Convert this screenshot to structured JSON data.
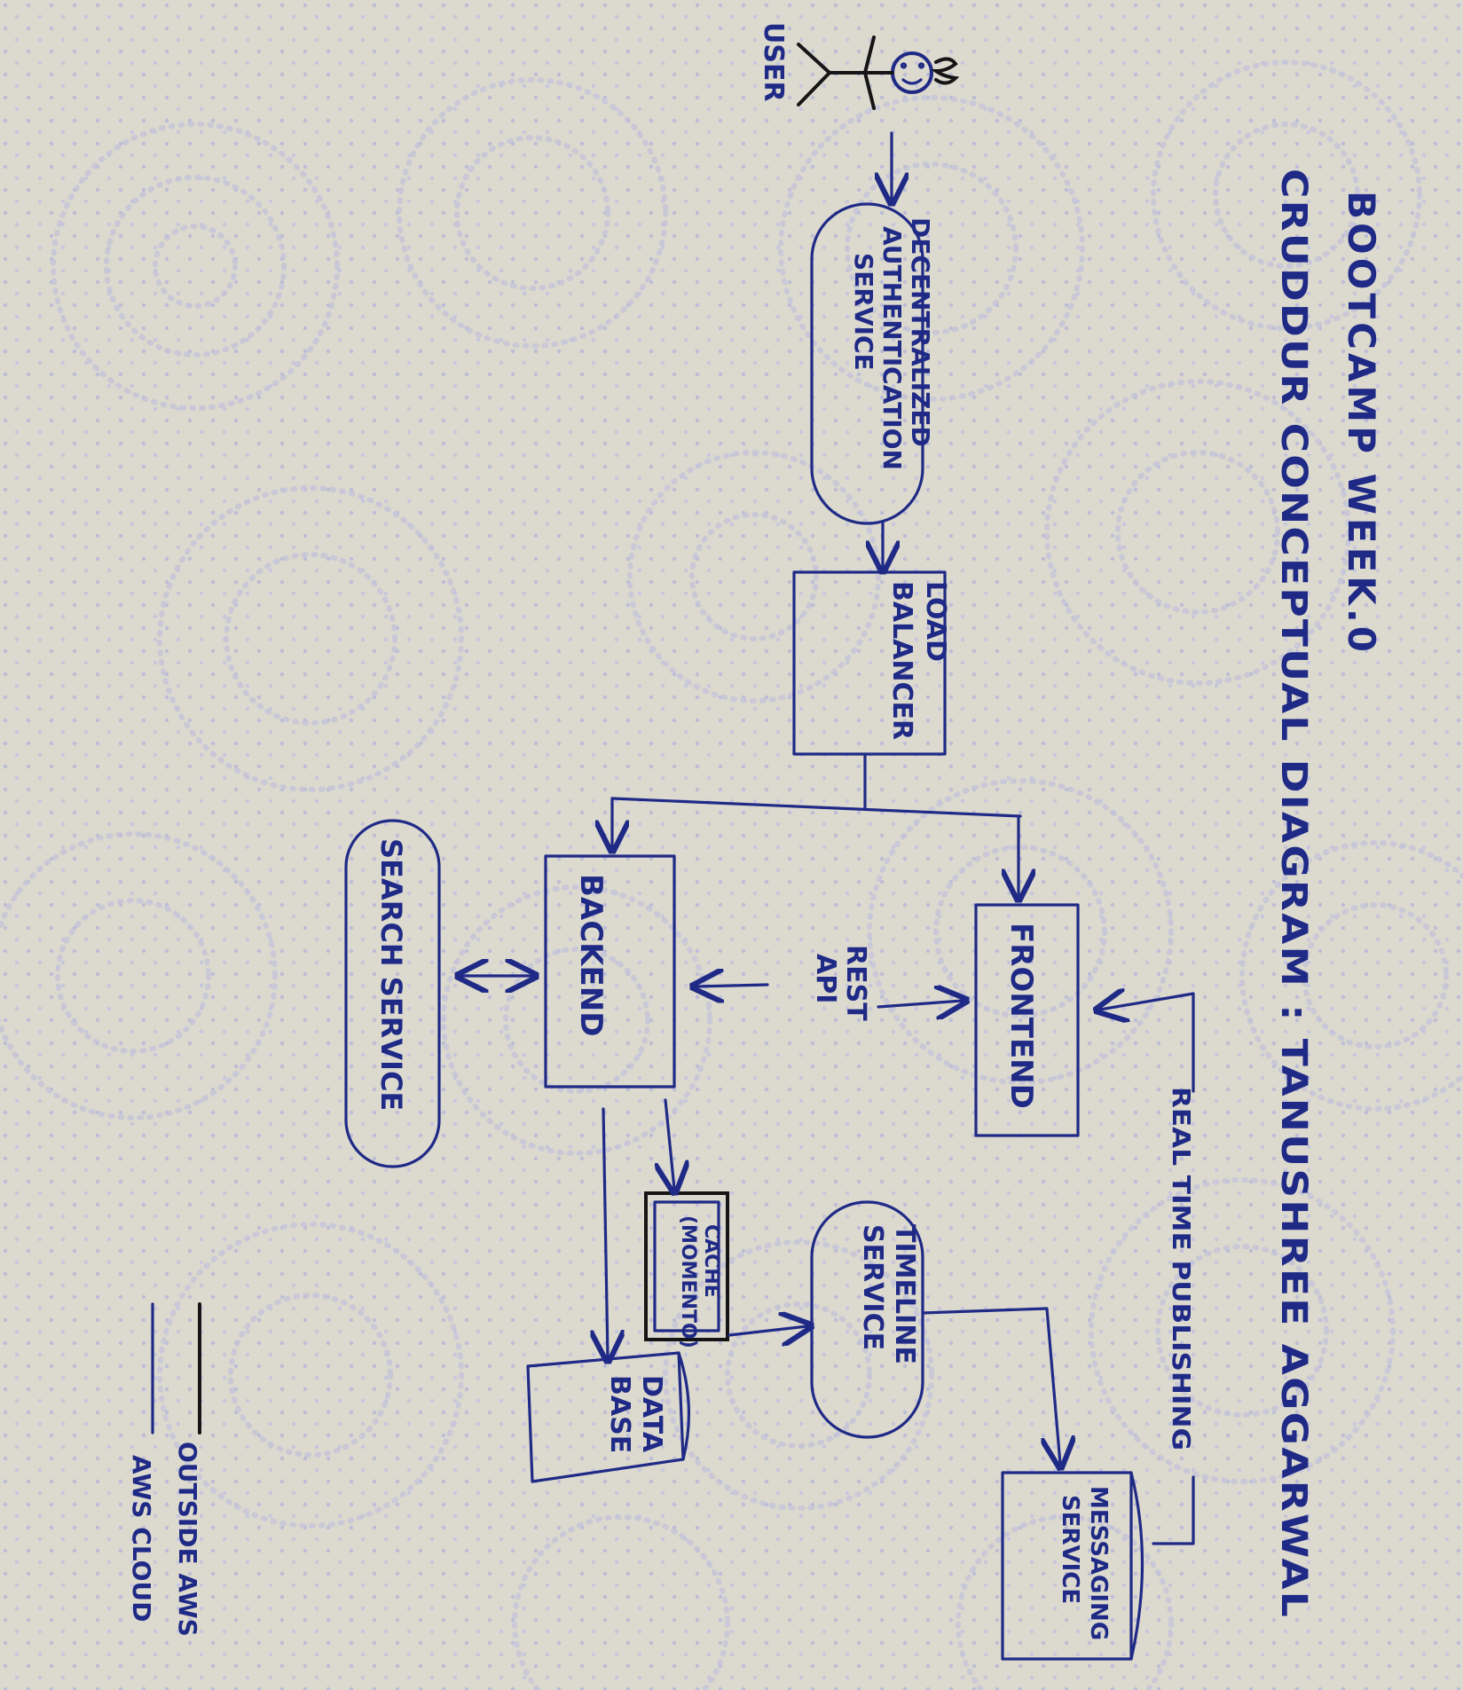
{
  "title": {
    "line1": "BOOTCAMP   WEEK.0",
    "line2": "CRUDDUR CONCEPTUAL DIAGRAM : TANUSHREE AGGARWAL"
  },
  "nodes": {
    "user": "USER",
    "auth": [
      "DECENTRALIZED",
      "AUTHENTICATION",
      "SERVICE"
    ],
    "lb": [
      "LOAD",
      "BALANCER"
    ],
    "frontend": "FRONTEND",
    "backend": "BACKEND",
    "rest_api": [
      "REST",
      "API"
    ],
    "search": "SEARCH SERVICE",
    "cache": [
      "CACHE",
      "(MOMENTO)"
    ],
    "timeline": [
      "TIMELINE",
      "SERVICE"
    ],
    "database": [
      "DATA",
      "BASE"
    ],
    "messaging": [
      "MESSAGING",
      "SERVICE"
    ],
    "realtime": "REAL TIME PUBLISHING"
  },
  "legend": {
    "outside": "OUTSIDE AWS",
    "cloud": "AWS CLOUD"
  },
  "colors": {
    "ink": "#1f2a86",
    "black_ink": "#151515",
    "paper": "#d9d6cc"
  }
}
